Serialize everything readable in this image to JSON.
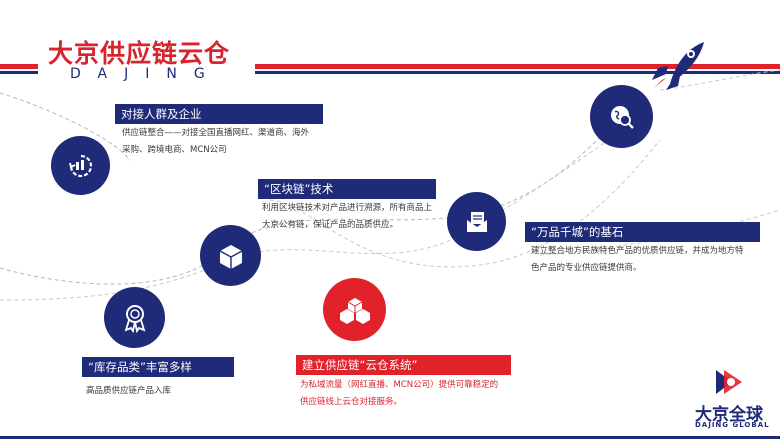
{
  "header": {
    "title": "大京供应链云仓",
    "subtitle": "DAJING"
  },
  "colors": {
    "brand_blue": "#1f2a78",
    "brand_red": "#e2222b"
  },
  "items": [
    {
      "title": "对接人群及企业",
      "desc_lines": [
        "供应链整合——对接全国直播网红、渠道商、海外",
        "采购、跨境电商、MCN公司"
      ],
      "icon": "cycle-icon"
    },
    {
      "title": "“区块链”技术",
      "desc_lines": [
        "利用区块链技术对产品进行溯源，所有商品上",
        "大京公有链，保证产品的品质供应。"
      ],
      "icon": "cube-icon"
    },
    {
      "title": "“万品千城”的基石",
      "desc_lines": [
        "建立整合地方民族特色产品的优质供应链，并成为地方特",
        "色产品的专业供应链提供商。"
      ],
      "icon": "mail-icon"
    },
    {
      "title": "“库存品类”丰富多样",
      "desc_lines": [
        "高品质供应链产品入库"
      ],
      "icon": "award-icon"
    },
    {
      "title": "建立供应链“云仓系统”",
      "desc_lines": [
        "为私域流量（网红直播、MCN公司）提供可靠稳定的",
        "供应链线上云仓对接服务。"
      ],
      "icon": "boxes-icon"
    }
  ],
  "top_circle": {
    "icon": "globe-search-icon"
  },
  "logo": {
    "name": "大京全球",
    "sub": "DAJING GLOBAL"
  }
}
